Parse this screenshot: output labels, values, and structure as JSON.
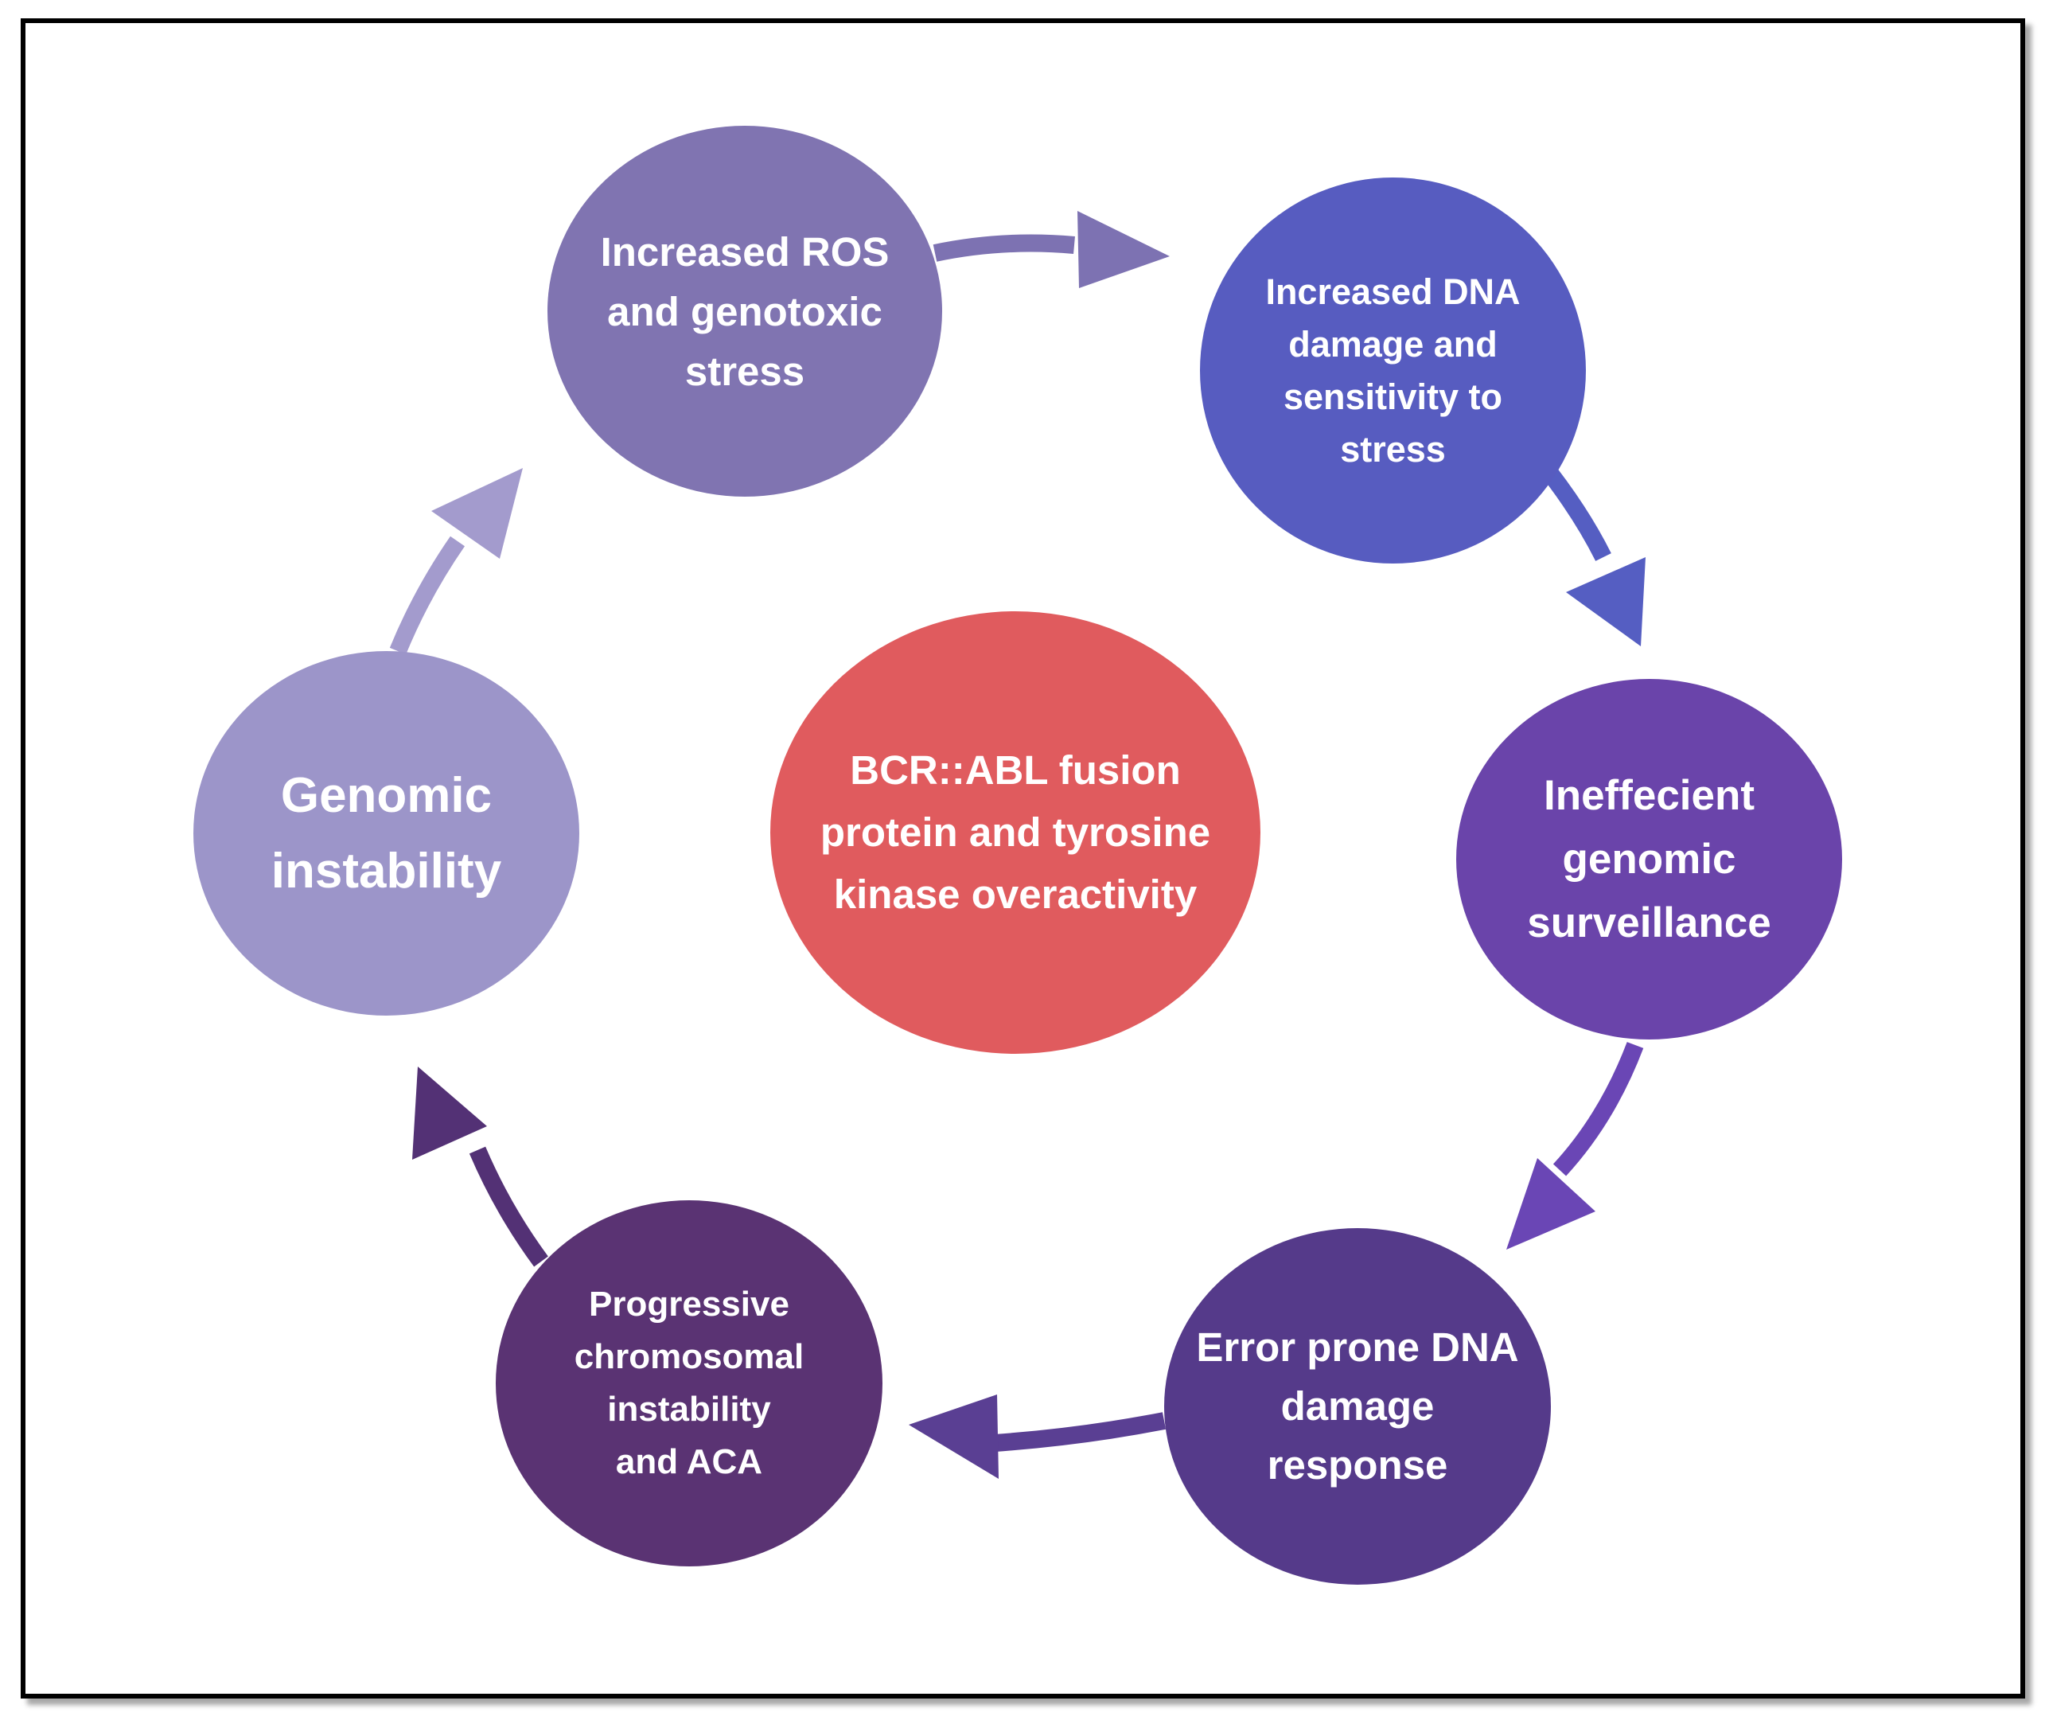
{
  "diagram": {
    "center": {
      "label": "BCR::ABL fusion\nprotein and tyrosine\nkinase overactivity",
      "color": "#E05B5E"
    },
    "cycle": [
      {
        "id": "ros",
        "label": "Increased ROS\nand genotoxic\nstress",
        "color": "#8074B1"
      },
      {
        "id": "dna-damage",
        "label": "Increased DNA\ndamage and\nsensitivity to\nstress",
        "color": "#575CC0"
      },
      {
        "id": "surveillance",
        "label": "Ineffecient\ngenomic\nsurveillance",
        "color": "#6A44AA"
      },
      {
        "id": "ddr",
        "label": "Error prone DNA\ndamage\nresponse",
        "color": "#553A8A"
      },
      {
        "id": "cin",
        "label": "Progressive\nchromosomal\ninstability\nand ACA",
        "color": "#5A3373"
      },
      {
        "id": "instability",
        "label": "Genomic\ninstability",
        "color": "#9C95C9"
      }
    ],
    "arrow_colors": [
      "#7D72B2",
      "#555EC2",
      "#6A46B5",
      "#5A3F93",
      "#533175",
      "#A39BCD"
    ]
  }
}
